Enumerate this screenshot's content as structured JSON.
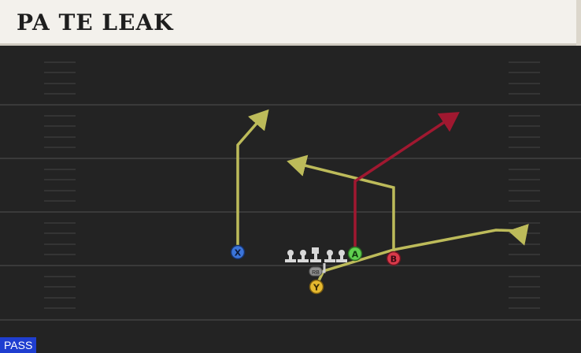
{
  "play": {
    "name": "PA TE LEAK",
    "type_badge": "PASS"
  },
  "players": [
    {
      "label": "X",
      "color": "#3b74d9"
    },
    {
      "label": "A",
      "color": "#5fcf4f"
    },
    {
      "label": "B",
      "color": "#d93a4a"
    },
    {
      "label": "Y",
      "color": "#e6b92f"
    },
    {
      "label": "RB",
      "color": "#9a9a9a"
    }
  ],
  "route_colors": {
    "primary": "#bdbb5a",
    "hot": "#a01830",
    "block": "#cfcfcf"
  }
}
